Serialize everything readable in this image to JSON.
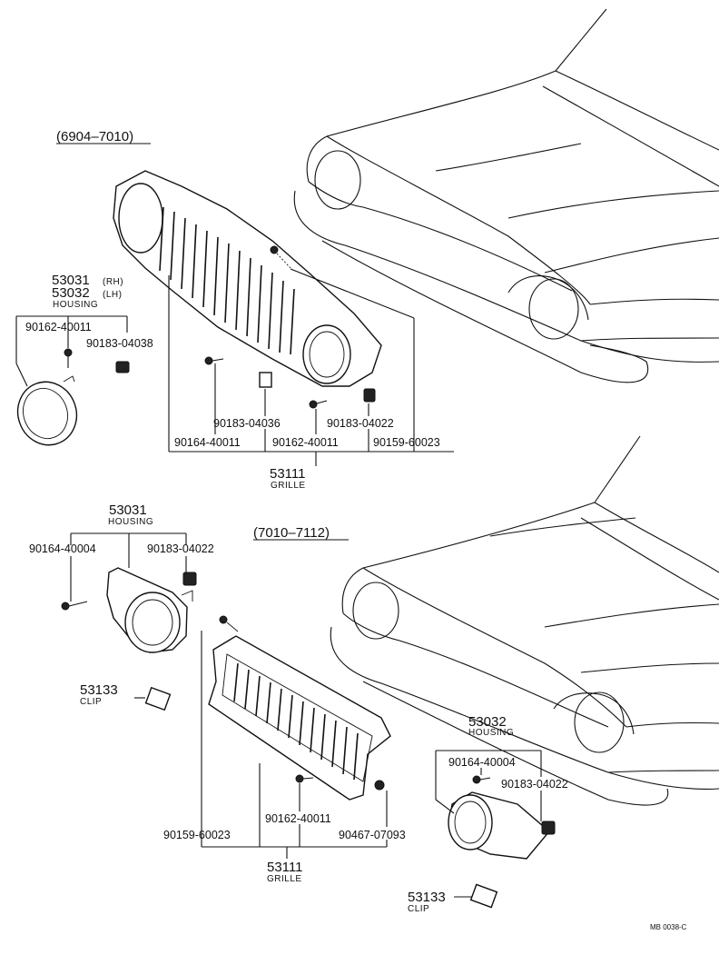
{
  "sections": {
    "upper_range": "(6904–7010)",
    "lower_range": "(7010–7112)"
  },
  "upper": {
    "housing_rh": "53031",
    "housing_rh_side": "(RH)",
    "housing_lh": "53032",
    "housing_lh_side": "(LH)",
    "housing_name": "HOUSING",
    "screw_left": "90162-40011",
    "nut_left": "90183-04038",
    "nut_center": "90183-04036",
    "nut_right": "90183-04022",
    "screw_a": "90164-40011",
    "screw_b": "90162-40011",
    "bolt": "90159-60023",
    "grille_no": "53111",
    "grille_name": "GRILLE"
  },
  "lower": {
    "housing_left_no": "53031",
    "housing_left_name": "HOUSING",
    "screw_left": "90164-40004",
    "nut_left": "90183-04022",
    "clip_left_no": "53133",
    "clip_left_name": "CLIP",
    "bolt": "90159-60023",
    "screw_center": "90162-40011",
    "nut_center": "90467-07093",
    "grille_no": "53111",
    "grille_name": "GRILLE",
    "housing_right_no": "53032",
    "housing_right_name": "HOUSING",
    "screw_right": "90164-40004",
    "nut_right": "90183-04022",
    "clip_right_no": "53133",
    "clip_right_name": "CLIP"
  },
  "footer_code": "MB 0038-C"
}
